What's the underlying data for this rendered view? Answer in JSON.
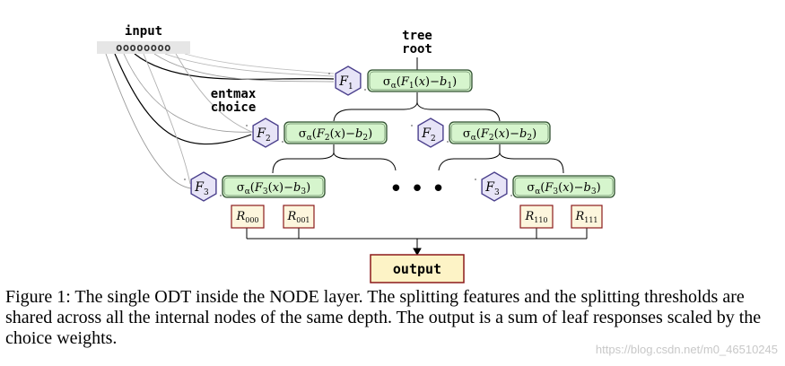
{
  "diagram": {
    "input_label": "input",
    "input_glyphs": "oooooooo",
    "tree_root_line1": "tree",
    "tree_root_line2": "root",
    "entmax_line1": "entmax",
    "entmax_line2": "choice",
    "output_label": "output",
    "ellipsis": "• • •",
    "nodes": [
      {
        "feature": "F",
        "feature_sub": "1",
        "threshold_sub": "1"
      },
      {
        "feature": "F",
        "feature_sub": "2",
        "threshold_sub": "2"
      },
      {
        "feature": "F",
        "feature_sub": "2",
        "threshold_sub": "2"
      },
      {
        "feature": "F",
        "feature_sub": "3",
        "threshold_sub": "3"
      },
      {
        "feature": "F",
        "feature_sub": "3",
        "threshold_sub": "3"
      }
    ],
    "leaves": [
      {
        "symbol": "R",
        "sub": "000"
      },
      {
        "symbol": "R",
        "sub": "001"
      },
      {
        "symbol": "R",
        "sub": "110"
      },
      {
        "symbol": "R",
        "sub": "111"
      }
    ],
    "colors": {
      "hexagon_fill": "#e7e4f7",
      "hexagon_stroke": "#4a3f8c",
      "node_fill": "#d6f5cd",
      "node_stroke": "#2f4f2f",
      "leaf_fill": "#fdf6dd",
      "leaf_stroke": "#8b1a1a",
      "output_fill": "#fdf3c6",
      "output_stroke": "#8b1a1a"
    }
  },
  "caption": {
    "text": "Figure 1: The single ODT inside the NODE layer. The splitting features and the splitting thresholds are shared across all the internal nodes of the same depth.  The output is a sum of leaf responses scaled by the choice weights."
  },
  "watermark": "https://blog.csdn.net/m0_46510245"
}
